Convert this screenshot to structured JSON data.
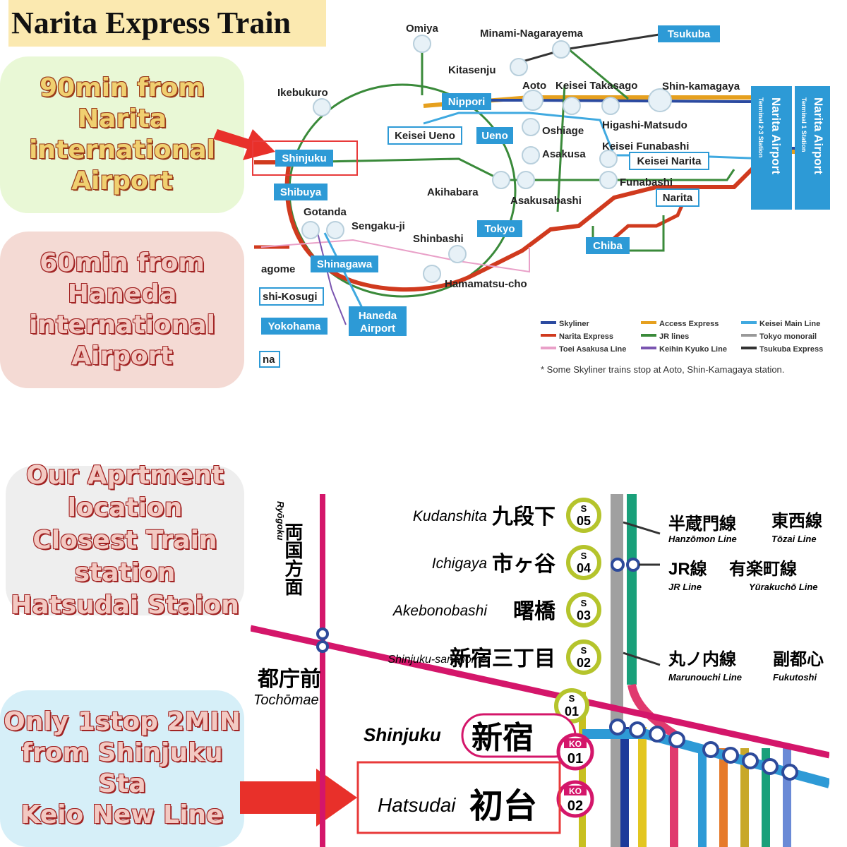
{
  "title": "Narita Express Train",
  "bubbles": {
    "narita": [
      "90min from",
      "Narita",
      "international",
      "Airport"
    ],
    "haneda": [
      "60min from",
      "Haneda",
      "international",
      "Airport"
    ],
    "apartment": [
      "Our Aprtment",
      "location",
      "Closest Train",
      "station",
      "Hatsudai Staion"
    ],
    "stop": [
      "Only 1stop 2MIN",
      "from Shinjuku",
      "Sta",
      "Keio New Line"
    ]
  },
  "map_a": {
    "stations": {
      "omiya": "Omiya",
      "minami": "Minami-Nagarayema",
      "tsukuba": "Tsukuba",
      "kitasenju": "Kitasenju",
      "ikebukuro": "Ikebukuro",
      "aoto": "Aoto",
      "keisei_takasago": "Keisei Takasago",
      "shin_kamagaya": "Shin-kamagaya",
      "nippori": "Nippori",
      "keisei_ueno": "Keisei Ueno",
      "ueno": "Ueno",
      "oshiage": "Oshiage",
      "higashi_matsudo": "Higashi-Matsudo",
      "shinjuku": "Shinjuku",
      "asakusa": "Asakusa",
      "keisei_funabashi": "Keisei Funabashi",
      "keisei_narita": "Keisei Narita",
      "shibuya": "Shibuya",
      "akihabara": "Akihabara",
      "funabashi": "Funabashi",
      "asakusabashi": "Asakusabashi",
      "narita": "Narita",
      "gotanda": "Gotanda",
      "sengakuji": "Sengaku-ji",
      "tokyo": "Tokyo",
      "shinbashi": "Shinbashi",
      "chiba": "Chiba",
      "agome": "agome",
      "shinagawa": "Shinagawa",
      "hamamatsucho": "Hamamatsu-cho",
      "kosugi": "shi-Kosugi",
      "yokohama": "Yokohama",
      "haneda1": "Haneda",
      "haneda2": "Airport",
      "na": "na"
    },
    "airport1": {
      "title": "Narita Airport",
      "sub": "Terminal 2·3 Station"
    },
    "airport2": {
      "title": "Narita Airport",
      "sub": "Terminal 1 Station"
    },
    "legend": [
      {
        "label": "Skyliner",
        "color": "#2b4aa0"
      },
      {
        "label": "Access Express",
        "color": "#e6a01e"
      },
      {
        "label": "Keisei Main Line",
        "color": "#3fa9e0"
      },
      {
        "label": "Narita Express",
        "color": "#d03a1e"
      },
      {
        "label": "JR lines",
        "color": "#3a8a3a"
      },
      {
        "label": "Tokyo monorail",
        "color": "#999999"
      },
      {
        "label": "Toei Asakusa Line",
        "color": "#e9a0c8"
      },
      {
        "label": "Keihin Kyuko Line",
        "color": "#7a55b0"
      },
      {
        "label": "Tsukuba Express",
        "color": "#333333"
      }
    ],
    "note": "* Some Skyliner trains stop at Aoto, Shin-Kamagaya station."
  },
  "map_b": {
    "rows": [
      {
        "en": "Kudanshita",
        "jp": "九段下",
        "code": "05"
      },
      {
        "en": "Ichigaya",
        "jp": "市ヶ谷",
        "code": "04"
      },
      {
        "en": "Akebonobashi",
        "jp": "曙橋",
        "code": "03"
      },
      {
        "en": "Shinjuku-sanchome",
        "jp": "新宿三丁目",
        "code": "02"
      }
    ],
    "s_letter": "S",
    "s01": "01",
    "shinjuku_en": "Shinjuku",
    "shinjuku_jp": "新宿",
    "hatsudai_en": "Hatsudai",
    "hatsudai_jp": "初台",
    "ko_letter": "KO",
    "ko01": "01",
    "ko02": "02",
    "ryogoku_jp": "両国方面",
    "ryogoku_en": "Ryōgoku",
    "tochomae_jp": "都庁前",
    "tochomae_en": "Tochōmae",
    "right_lines": [
      {
        "jp": "半蔵門線",
        "en": "Hanzōmon Line"
      },
      {
        "jp": "東西線",
        "en": "Tōzai Line"
      },
      {
        "jp": "JR線",
        "en": "JR Line"
      },
      {
        "jp": "有楽町線",
        "en": "Yūrakuchō Line"
      },
      {
        "jp": "丸ノ内線",
        "en": "Marunouchi Line"
      },
      {
        "jp": "副都心",
        "en": "Fukutoshi"
      }
    ]
  }
}
